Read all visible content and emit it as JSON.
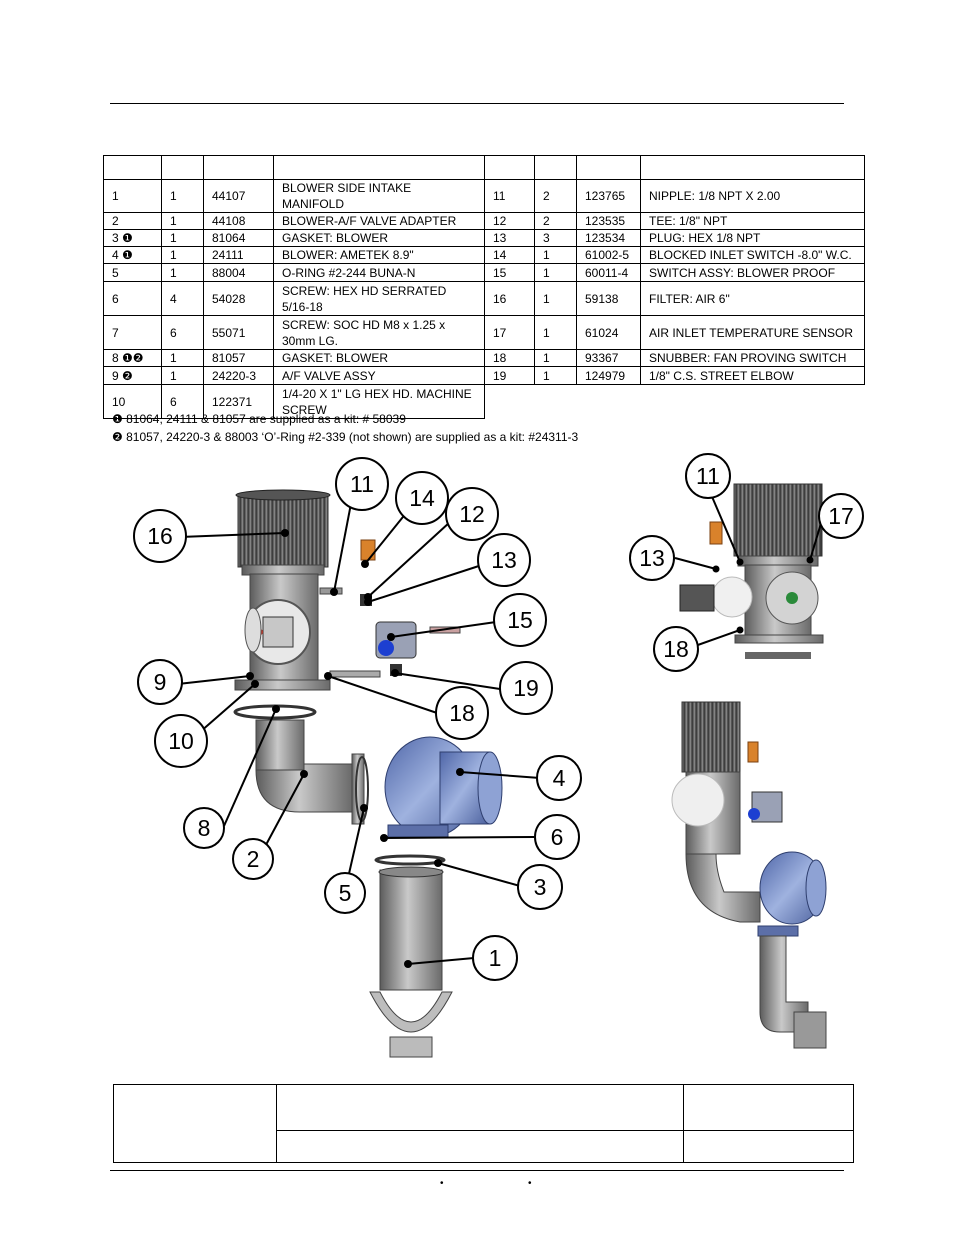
{
  "parts_table": {
    "header": [
      "",
      "",
      "",
      "",
      "",
      "",
      "",
      ""
    ],
    "rows": [
      {
        "l_item": "1",
        "l_qty": "1",
        "l_pn": "44107",
        "l_desc": "BLOWER SIDE INTAKE MANIFOLD",
        "r_item": "11",
        "r_qty": "2",
        "r_pn": "123765",
        "r_desc": "NIPPLE: 1/8 NPT X  2.00"
      },
      {
        "l_item": "2",
        "l_qty": "1",
        "l_pn": "44108",
        "l_desc": "BLOWER-A/F VALVE ADAPTER",
        "r_item": "12",
        "r_qty": "2",
        "r_pn": "123535",
        "r_desc": "TEE: 1/8\" NPT"
      },
      {
        "l_item": "3 ❶",
        "l_qty": "1",
        "l_pn": "81064",
        "l_desc": "GASKET: BLOWER",
        "r_item": "13",
        "r_qty": "3",
        "r_pn": "123534",
        "r_desc": "PLUG: HEX 1/8 NPT"
      },
      {
        "l_item": "4 ❶",
        "l_qty": "1",
        "l_pn": "24111",
        "l_desc": "BLOWER: AMETEK 8.9\"",
        "r_item": "14",
        "r_qty": "1",
        "r_pn": "61002-5",
        "r_desc": "BLOCKED INLET SWITCH -8.0\" W.C."
      },
      {
        "l_item": "5",
        "l_qty": "1",
        "l_pn": "88004",
        "l_desc": "O-RING #2-244 BUNA-N",
        "r_item": "15",
        "r_qty": "1",
        "r_pn": "60011-4",
        "r_desc": "SWITCH ASSY: BLOWER PROOF"
      },
      {
        "l_item": "6",
        "l_qty": "4",
        "l_pn": "54028",
        "l_desc": "SCREW: HEX HD SERRATED 5/16-18",
        "r_item": "16",
        "r_qty": "1",
        "r_pn": "59138",
        "r_desc": "FILTER: AIR 6\""
      },
      {
        "l_item": "7",
        "l_qty": "6",
        "l_pn": "55071",
        "l_desc": "SCREW: SOC HD M8 x 1.25 x 30mm LG.",
        "r_item": "17",
        "r_qty": "1",
        "r_pn": "61024",
        "r_desc": "AIR INLET TEMPERATURE SENSOR"
      },
      {
        "l_item": "8 ❶❷",
        "l_qty": "1",
        "l_pn": "81057",
        "l_desc": "GASKET: BLOWER",
        "r_item": "18",
        "r_qty": "1",
        "r_pn": "93367",
        "r_desc": "SNUBBER: FAN PROVING SWITCH"
      },
      {
        "l_item": "9 ❷",
        "l_qty": "1",
        "l_pn": "24220-3",
        "l_desc": "A/F VALVE ASSY",
        "r_item": "19",
        "r_qty": "1",
        "r_pn": "124979",
        "r_desc": "1/8\" C.S. STREET ELBOW"
      },
      {
        "l_item": "10",
        "l_qty": "6",
        "l_pn": "122371",
        "l_desc": "1/4-20 X 1\" LG HEX HD. MACHINE SCREW"
      }
    ]
  },
  "notes": {
    "note1": "❶  81064, 24111 & 81057 are supplied as a kit: # 58039",
    "note2": "❷ 81057, 24220-3 & 88003 ‘O’-Ring #2-339 (not shown) are supplied as a kit: #24311-3"
  },
  "callouts": {
    "c1": "1",
    "c2": "2",
    "c3": "3",
    "c4": "4",
    "c5": "5",
    "c6": "6",
    "c8": "8",
    "c9": "9",
    "c10": "10",
    "c11": "11",
    "c12": "12",
    "c13": "13",
    "c14": "14",
    "c15": "15",
    "c16": "16",
    "c18": "18",
    "c19": "19",
    "s11": "11",
    "s13": "13",
    "s17": "17",
    "s18": "18"
  },
  "footer": {
    "bullet_left": "•",
    "bullet_right": "•"
  },
  "colors": {
    "metal_dark": "#6f6f6f",
    "metal_light": "#b4b4b4",
    "blower_blue": "#7f95c8",
    "switch_orange": "#d9822b"
  }
}
